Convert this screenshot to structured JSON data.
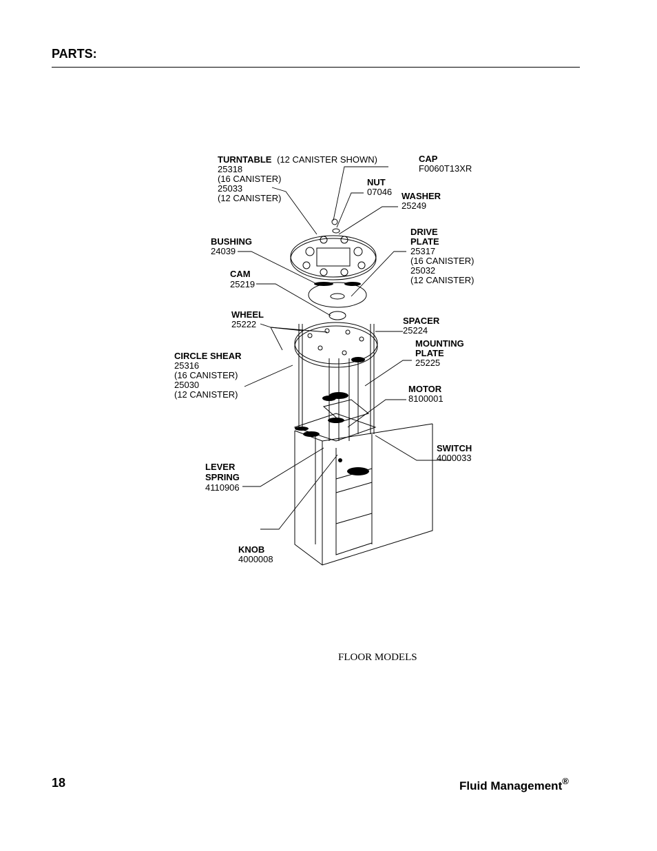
{
  "header": {
    "title": "PARTS:"
  },
  "diagram": {
    "labels": {
      "turntable": {
        "name": "TURNTABLE",
        "note": "(12 CANISTER SHOWN)",
        "lines": [
          "25318",
          "(16 CANISTER)",
          "25033",
          "(12 CANISTER)"
        ]
      },
      "cap": {
        "name": "CAP",
        "lines": [
          "F0060T13XR"
        ]
      },
      "nut": {
        "name": "NUT",
        "lines": [
          "07046"
        ]
      },
      "washer": {
        "name": "WASHER",
        "lines": [
          "25249"
        ]
      },
      "bushing": {
        "name": "BUSHING",
        "lines": [
          "24039"
        ]
      },
      "drive_plate": {
        "name1": "DRIVE",
        "name2": "PLATE",
        "lines": [
          "25317",
          "(16 CANISTER)",
          "25032",
          "(12 CANISTER)"
        ]
      },
      "cam": {
        "name": "CAM",
        "lines": [
          "25219"
        ]
      },
      "wheel": {
        "name": "WHEEL",
        "lines": [
          "25222"
        ]
      },
      "spacer": {
        "name": "SPACER",
        "lines": [
          "25224"
        ]
      },
      "mounting_plate": {
        "name1": "MOUNTING",
        "name2": "PLATE",
        "lines": [
          "25225"
        ]
      },
      "circle_shear": {
        "name": "CIRCLE SHEAR",
        "lines": [
          "25316",
          "(16 CANISTER)",
          "25030",
          "(12 CANISTER)"
        ]
      },
      "motor": {
        "name": "MOTOR",
        "lines": [
          "8100001"
        ]
      },
      "switch": {
        "name": "SWITCH",
        "lines": [
          "4000033"
        ]
      },
      "lever_spring": {
        "name1": "LEVER",
        "name2": "SPRING",
        "lines": [
          "4110906"
        ]
      },
      "knob": {
        "name": "KNOB",
        "lines": [
          "4000008"
        ]
      }
    }
  },
  "caption": "FLOOR MODELS",
  "footer": {
    "page_number": "18",
    "brand": "Fluid Management",
    "registered_mark": "®"
  }
}
